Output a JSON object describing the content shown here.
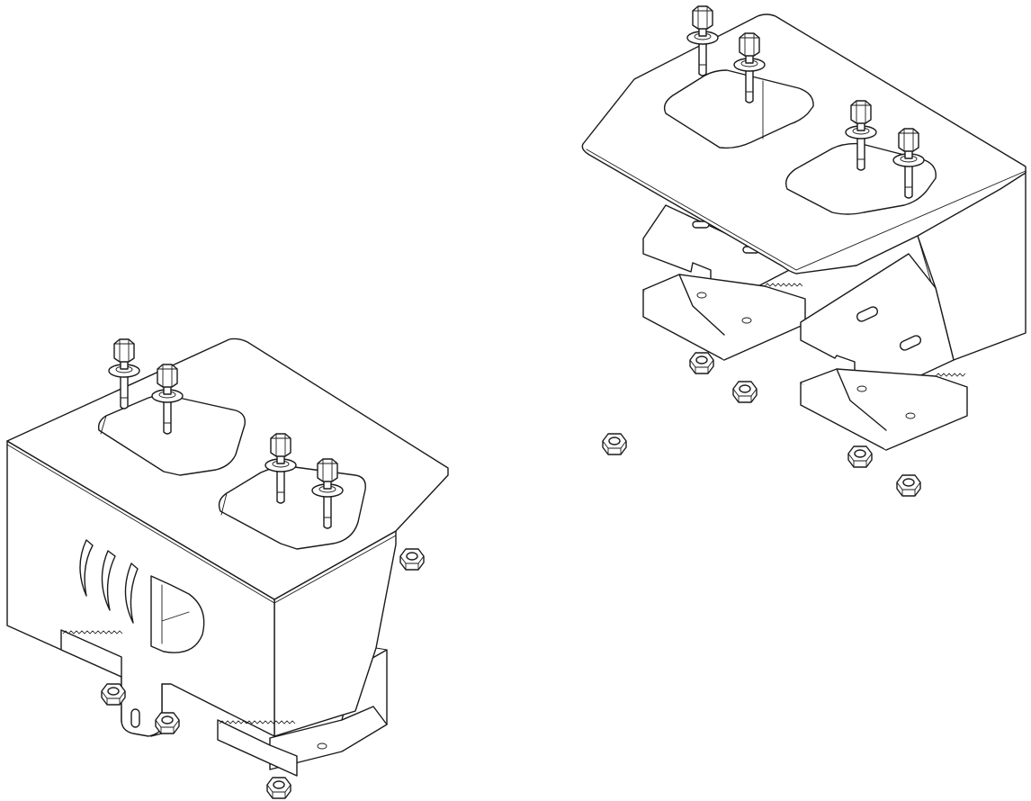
{
  "figure": {
    "description_visible_text": "",
    "colors": {
      "line": "#1a1a1a",
      "paper": "#ffffff",
      "shade": "#f2f2f2"
    }
  },
  "assemblies": [
    {
      "id": "assembled",
      "parts": [
        "skid-plate",
        "bolt",
        "bolt",
        "bolt",
        "bolt",
        "nut",
        "nut",
        "nut",
        "bracket",
        "bracket"
      ]
    },
    {
      "id": "exploded",
      "parts": [
        "skid-plate",
        "bolt",
        "bolt",
        "bolt",
        "bolt",
        "nut",
        "nut",
        "nut",
        "nut",
        "nut",
        "bracket",
        "bracket"
      ]
    }
  ]
}
